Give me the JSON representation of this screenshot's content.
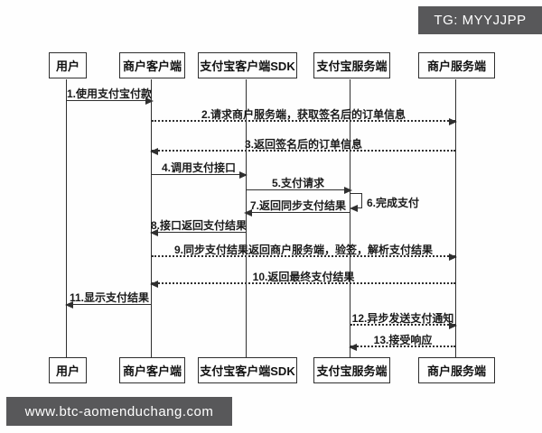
{
  "badges": {
    "tg": "TG: MYYJJPP",
    "watermark": "www.btc-aomenduchang.com",
    "badge_bg_color": "#58585a",
    "badge_text_color": "#ffffff"
  },
  "diagram": {
    "line_color": "#2f2f2f",
    "background_color": "#fefefe"
  },
  "actors": [
    {
      "label": "用户"
    },
    {
      "label": "商户客户端"
    },
    {
      "label": "支付宝客户端SDK"
    },
    {
      "label": "支付宝服务端"
    },
    {
      "label": "商户服务端"
    }
  ],
  "messages": [
    {
      "num": 1,
      "label": "1.使用支付宝付款",
      "from": "用户",
      "to": "商户客户端",
      "style": "solid"
    },
    {
      "num": 2,
      "label": "2.请求商户服务端，获取签名后的订单信息",
      "from": "商户客户端",
      "to": "商户服务端",
      "style": "dotted"
    },
    {
      "num": 3,
      "label": "3.返回签名后的订单信息",
      "from": "商户服务端",
      "to": "商户客户端",
      "style": "dotted"
    },
    {
      "num": 4,
      "label": "4.调用支付接口",
      "from": "商户客户端",
      "to": "支付宝客户端SDK",
      "style": "solid"
    },
    {
      "num": 5,
      "label": "5.支付请求",
      "from": "支付宝客户端SDK",
      "to": "支付宝服务端",
      "style": "solid"
    },
    {
      "num": 6,
      "label": "6.完成支付",
      "from": "支付宝服务端",
      "to": "支付宝服务端",
      "style": "self-loop"
    },
    {
      "num": 7,
      "label": "7.返回同步支付结果",
      "from": "支付宝服务端",
      "to": "支付宝客户端SDK",
      "style": "solid"
    },
    {
      "num": 8,
      "label": "8.接口返回支付结果",
      "from": "支付宝客户端SDK",
      "to": "商户客户端",
      "style": "solid"
    },
    {
      "num": 9,
      "label": "9.同步支付结果返回商户服务端，验签，解析支付结果",
      "from": "商户客户端",
      "to": "商户服务端",
      "style": "dotted"
    },
    {
      "num": 10,
      "label": "10.返回最终支付结果",
      "from": "商户服务端",
      "to": "商户客户端",
      "style": "dotted"
    },
    {
      "num": 11,
      "label": "11.显示支付结果",
      "from": "商户客户端",
      "to": "用户",
      "style": "solid"
    },
    {
      "num": 12,
      "label": "12.异步发送支付通知",
      "from": "支付宝服务端",
      "to": "商户服务端",
      "style": "dotted"
    },
    {
      "num": 13,
      "label": "13.接受响应",
      "from": "商户服务端",
      "to": "支付宝服务端",
      "style": "dotted"
    }
  ]
}
